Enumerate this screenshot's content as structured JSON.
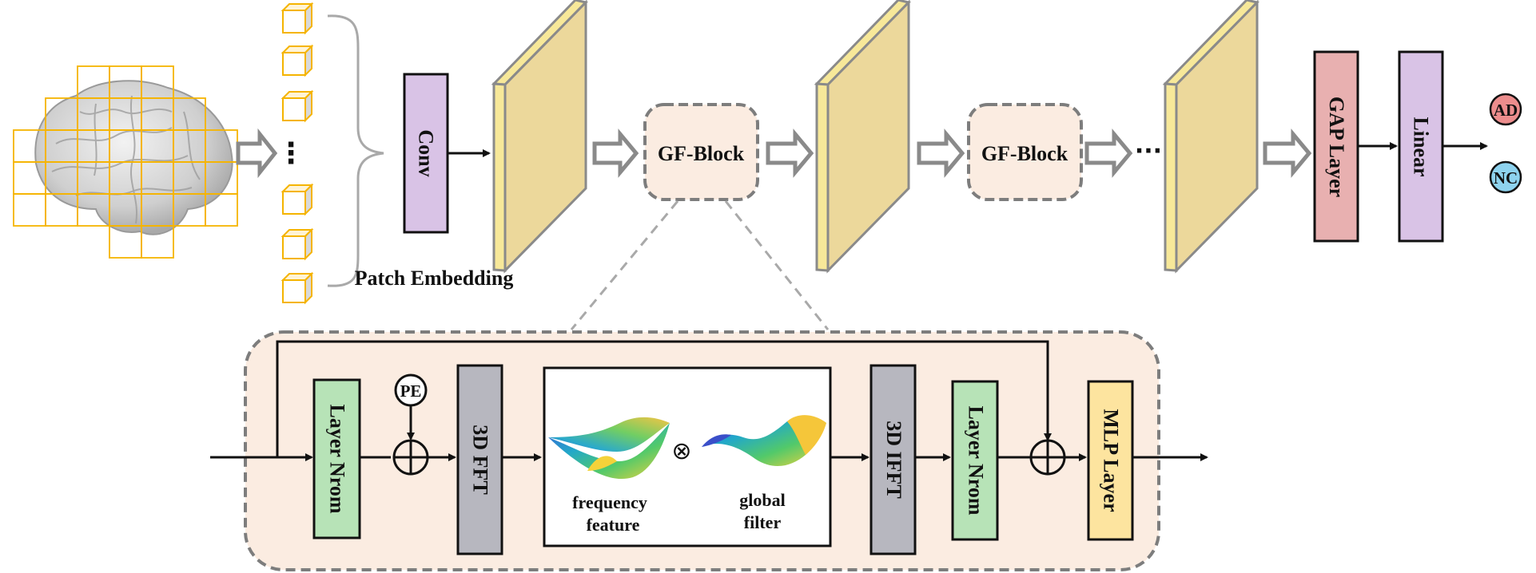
{
  "top": {
    "patch_embedding_label": "Patch Embedding",
    "conv_label": "Conv",
    "gf_block_label_1": "GF-Block",
    "gf_block_label_2": "GF-Block",
    "patches_ellipsis": "⋮",
    "continuation_ellipsis": "···",
    "gap_layer_label": "GAP Layer",
    "linear_label": "Linear",
    "output_ad": "AD",
    "output_nc": "NC"
  },
  "detail": {
    "layer_norm_1": "Layer Nrom",
    "pe_label": "PE",
    "fft_label": "3D FFT",
    "frequency_feature_line1": "frequency",
    "frequency_feature_line2": "feature",
    "multiply_symbol": "⊗",
    "global_filter_line1": "global",
    "global_filter_line2": "filter",
    "ifft_label": "3D IFFT",
    "layer_norm_2": "Layer Nrom",
    "mlp_label": "MLP Layer"
  },
  "colors": {
    "patch_grid": "#f5b400",
    "conv_fill": "#d9c3e6",
    "linear_fill": "#d9c3e6",
    "feature_map_fill": "#ecd89b",
    "feature_map_edge": "#f7e899",
    "gf_block_fill": "#fbece1",
    "detail_panel_fill": "#fbece1",
    "gap_fill": "#e8b0b0",
    "ad_fill": "#ec8d8d",
    "nc_fill": "#8ed3ef",
    "layer_norm_fill": "#b7e3b7",
    "fft_fill": "#b7b7bf",
    "mlp_fill": "#fde49f",
    "hollow_arrow": "#8a8a8a"
  }
}
